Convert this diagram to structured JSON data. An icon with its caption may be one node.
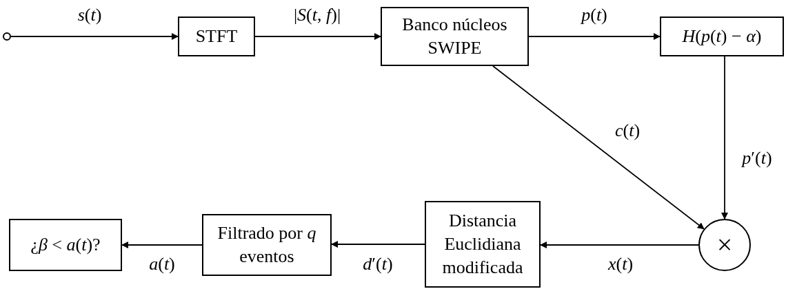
{
  "diagram": {
    "nodes": [
      {
        "text": [],
        "shape": "circle"
      },
      {
        "text": [
          "STFT"
        ]
      },
      {
        "text": [
          "Banco núcleos SWIPE"
        ]
      },
      {
        "text": [
          "*H*(*p*(*t*) − *α*)"
        ]
      },
      {
        "text": [
          "×"
        ]
      },
      {
        "text": [
          "Distancia Euclidiana modificada"
        ]
      },
      {
        "text": [
          "Filtrado por *q* eventos"
        ]
      },
      {
        "text": [
          "¿*β* < *a*(*t*)?"
        ]
      }
    ],
    "edges": [
      {
        "from": 0,
        "to": 1,
        "arrow": "to",
        "label": "*s*(*t*)"
      },
      {
        "from": 1,
        "to": 2,
        "arrow": "to",
        "label": "|*S*(*t*, *f*)|"
      },
      {
        "from": 2,
        "to": 3,
        "arrow": "to",
        "label": "*p*(*t*)"
      },
      {
        "from": 3,
        "to": 4,
        "arrow": "to",
        "label": "*p*′(*t*)"
      },
      {
        "from": 2,
        "to": 4,
        "arrow": "to",
        "label": "*c*(*t*)"
      },
      {
        "from": 4,
        "to": 5,
        "arrow": "to",
        "label": "*x*(*t*)"
      },
      {
        "from": 5,
        "to": 6,
        "arrow": "to",
        "label": "*d*′(*t*)"
      },
      {
        "from": 6,
        "to": 7,
        "arrow": "to",
        "label": "*a*(*t*)"
      }
    ]
  }
}
